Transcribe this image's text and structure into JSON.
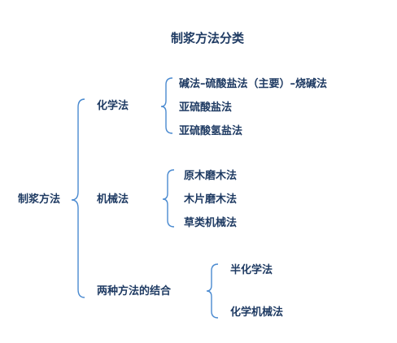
{
  "diagram": {
    "title": "制浆方法分类",
    "root": "制浆方法",
    "branches": [
      {
        "label": "化学法",
        "children": [
          "碱法–硫酸盐法（主要）–烧碱法",
          "亚硫酸盐法",
          "亚硫酸氢盐法"
        ]
      },
      {
        "label": "机械法",
        "children": [
          "原木磨木法",
          "木片磨木法",
          "草类机械法"
        ]
      },
      {
        "label": "两种方法的结合",
        "children": [
          "半化学法",
          "化学机械法"
        ]
      }
    ],
    "colors": {
      "text": "#1f3b63",
      "brace": "#4a8ad0"
    }
  }
}
